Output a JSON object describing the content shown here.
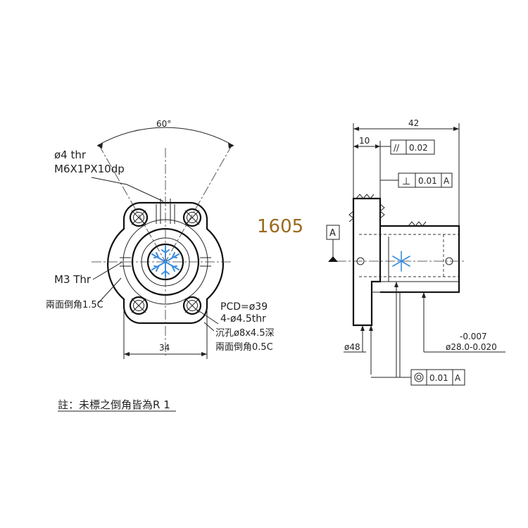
{
  "front_view": {
    "angle_label": "60°",
    "oil_hole_label": "ø4 thr",
    "oil_hole_thread": "M6X1PX10dp",
    "m3_label": "M3 Thr",
    "chamfer_left": "兩面倒角1.5C",
    "pcd_label": "PCD=ø39",
    "holes_label": "4-ø4.5thr",
    "counterbore_label": "沉孔ø8x4.5深",
    "chamfer_right": "兩面倒角0.5C",
    "width_dim": "34"
  },
  "model_label": "1605",
  "side_view": {
    "length_dim": "42",
    "flange_dim": "10",
    "parallel_symbol": "//",
    "parallel_tol": "0.02",
    "perp_symbol": "⊥",
    "perp_tol": "0.01",
    "perp_datum": "A",
    "datum_label": "A",
    "flange_dia": "ø48",
    "tol_upper": "-0.007",
    "body_dia": "ø28.0-0.020",
    "concentric_tol": "0.01",
    "concentric_datum": "A"
  },
  "note": "註：未標之倒角皆為R 1",
  "colors": {
    "line": "#222222",
    "logo": "#3a8de0",
    "model": "#9a6a1c"
  },
  "icons": [
    "snowflake-icon",
    "concentricity-icon",
    "perpendicularity-icon",
    "parallelism-icon",
    "datum-triangle-icon"
  ]
}
